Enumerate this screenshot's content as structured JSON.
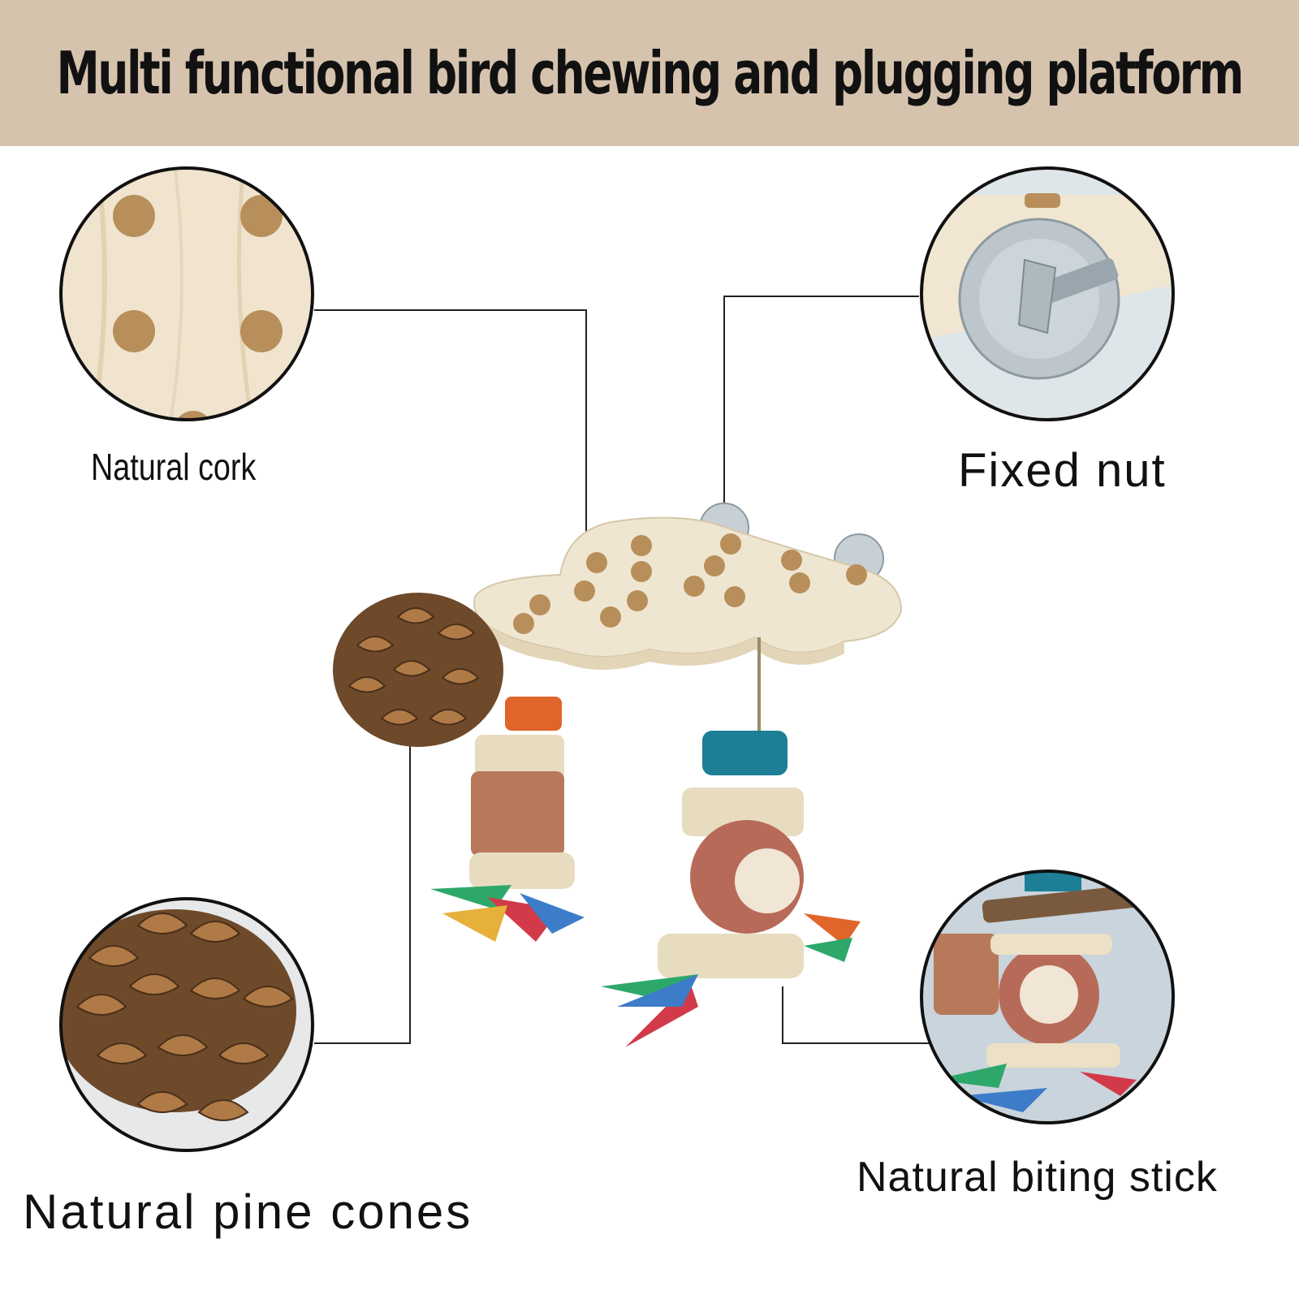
{
  "header": {
    "title": "Multi functional bird chewing and plugging platform"
  },
  "callouts": {
    "cork": {
      "label": "Natural cork",
      "icon": "cork-closeup"
    },
    "nut": {
      "label": "Fixed nut",
      "icon": "wing-nut-closeup"
    },
    "pine": {
      "label": "Natural pine cones",
      "icon": "pine-cone-closeup"
    },
    "stick": {
      "label": "Natural biting stick",
      "icon": "biting-stick-closeup"
    }
  },
  "colors": {
    "banner": "#d6c3ae",
    "wood": "#efe6d2",
    "cork": "#b88f5a",
    "cone": "#6e4a2b",
    "teal": "#1c7f96",
    "orange": "#e0652b"
  }
}
